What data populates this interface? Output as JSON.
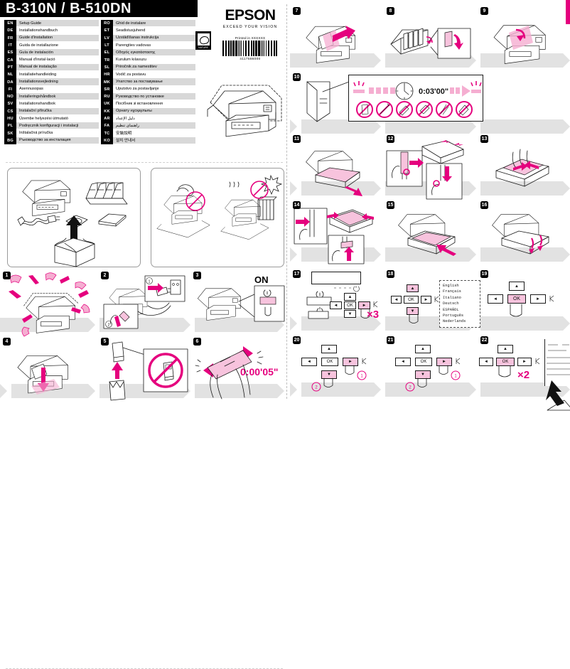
{
  "document": {
    "title": "B-310N / B-510DN",
    "brand": "EPSON",
    "brand_tagline": "EXCEED YOUR VISION",
    "printed_in": "Printed in XXXXXX",
    "barcode_number": "4117586000",
    "stamp_label": "NATURE"
  },
  "languages_left": [
    {
      "code": "EN",
      "name": "Setup Guide"
    },
    {
      "code": "DE",
      "name": "Installationshandbuch"
    },
    {
      "code": "FR",
      "name": "Guide d'installation"
    },
    {
      "code": "IT",
      "name": "Guida de installazione"
    },
    {
      "code": "ES",
      "name": "Guía de instalación"
    },
    {
      "code": "CA",
      "name": "Manual d'instal·lació"
    },
    {
      "code": "PT",
      "name": "Manual de instalação"
    },
    {
      "code": "NL",
      "name": "Installatiehandleiding"
    },
    {
      "code": "DA",
      "name": "Installationsvejledning"
    },
    {
      "code": "FI",
      "name": "Asennusopas"
    },
    {
      "code": "NO",
      "name": "Installeringshåndbok"
    },
    {
      "code": "SV",
      "name": "Installationshandbok"
    },
    {
      "code": "CS",
      "name": "Instalační příručka"
    },
    {
      "code": "HU",
      "name": "Üzembe helyezési útmutató"
    },
    {
      "code": "PL",
      "name": "Podręcznik konfiguracji i instalacji"
    },
    {
      "code": "SK",
      "name": "Inštalačná príručka"
    },
    {
      "code": "BG",
      "name": "Ръководство за инсталация"
    }
  ],
  "languages_right": [
    {
      "code": "RO",
      "name": "Ghid de instalare",
      "rtl": false
    },
    {
      "code": "ET",
      "name": "Seadistusjuhend",
      "rtl": false
    },
    {
      "code": "LV",
      "name": "Uzstādīšanas instrukcija",
      "rtl": false
    },
    {
      "code": "LT",
      "name": "Parengties vadovas",
      "rtl": false
    },
    {
      "code": "EL",
      "name": "Οδηγός εγκατάστασης",
      "rtl": false
    },
    {
      "code": "TR",
      "name": "Kurulum kılavuzu",
      "rtl": false
    },
    {
      "code": "SL",
      "name": "Priročnik za namestitev",
      "rtl": false
    },
    {
      "code": "HR",
      "name": "Vodič za postavu",
      "rtl": false
    },
    {
      "code": "MK",
      "name": "Упатство за поставување",
      "rtl": false
    },
    {
      "code": "SR",
      "name": "Uputstvo za postavljanje",
      "rtl": false
    },
    {
      "code": "RU",
      "name": "Руководство по установке",
      "rtl": false
    },
    {
      "code": "UK",
      "name": "Посібник зі встановлення",
      "rtl": false
    },
    {
      "code": "KK",
      "name": "Орнату нұсқаулығы",
      "rtl": false
    },
    {
      "code": "AR",
      "name": "دليل الإعداد",
      "rtl": true
    },
    {
      "code": "FA",
      "name": "راهنمای تنظیم",
      "rtl": true
    },
    {
      "code": "TC",
      "name": "安裝說明",
      "rtl": false
    },
    {
      "code": "KO",
      "name": "설치 안내서",
      "rtl": false
    }
  ],
  "steps": {
    "s1": {
      "number": "1"
    },
    "s2": {
      "number": "2",
      "callout_1": "1",
      "callout_2": "2"
    },
    "s3": {
      "number": "3",
      "label": "ON"
    },
    "s4": {
      "number": "4"
    },
    "s5": {
      "number": "5"
    },
    "s6": {
      "number": "6",
      "timer": "0:00'05\""
    },
    "s7": {
      "number": "7"
    },
    "s8": {
      "number": "8"
    },
    "s9": {
      "number": "9"
    },
    "s10": {
      "number": "10",
      "timer": "0:03'00\""
    },
    "s11": {
      "number": "11"
    },
    "s12": {
      "number": "12"
    },
    "s13": {
      "number": "13"
    },
    "s14": {
      "number": "14"
    },
    "s15": {
      "number": "15"
    },
    "s16": {
      "number": "16"
    },
    "s17": {
      "number": "17",
      "multiplier": "×3",
      "key_ok": "OK"
    },
    "s18": {
      "number": "18",
      "key_ok": "OK"
    },
    "s19": {
      "number": "19",
      "key_ok": "OK"
    },
    "s20": {
      "number": "20",
      "callout_1": "1",
      "callout_2": "2",
      "key_ok": "OK"
    },
    "s21": {
      "number": "21",
      "callout_1": "1",
      "callout_2": "2",
      "key_ok": "OK"
    },
    "s22": {
      "number": "22",
      "multiplier": "×2",
      "key_ok": "OK"
    }
  },
  "language_menu": {
    "items": [
      "English",
      "Français",
      "Italiano",
      "Deutsch",
      "ESPAÑOL",
      "Português",
      "Nederlands"
    ]
  },
  "colors": {
    "accent_magenta": "#e5007e",
    "accent_pink": "#f7c3dd",
    "chevron_grey": "#e2e2e2",
    "row_shade": "#d8d8d8"
  }
}
